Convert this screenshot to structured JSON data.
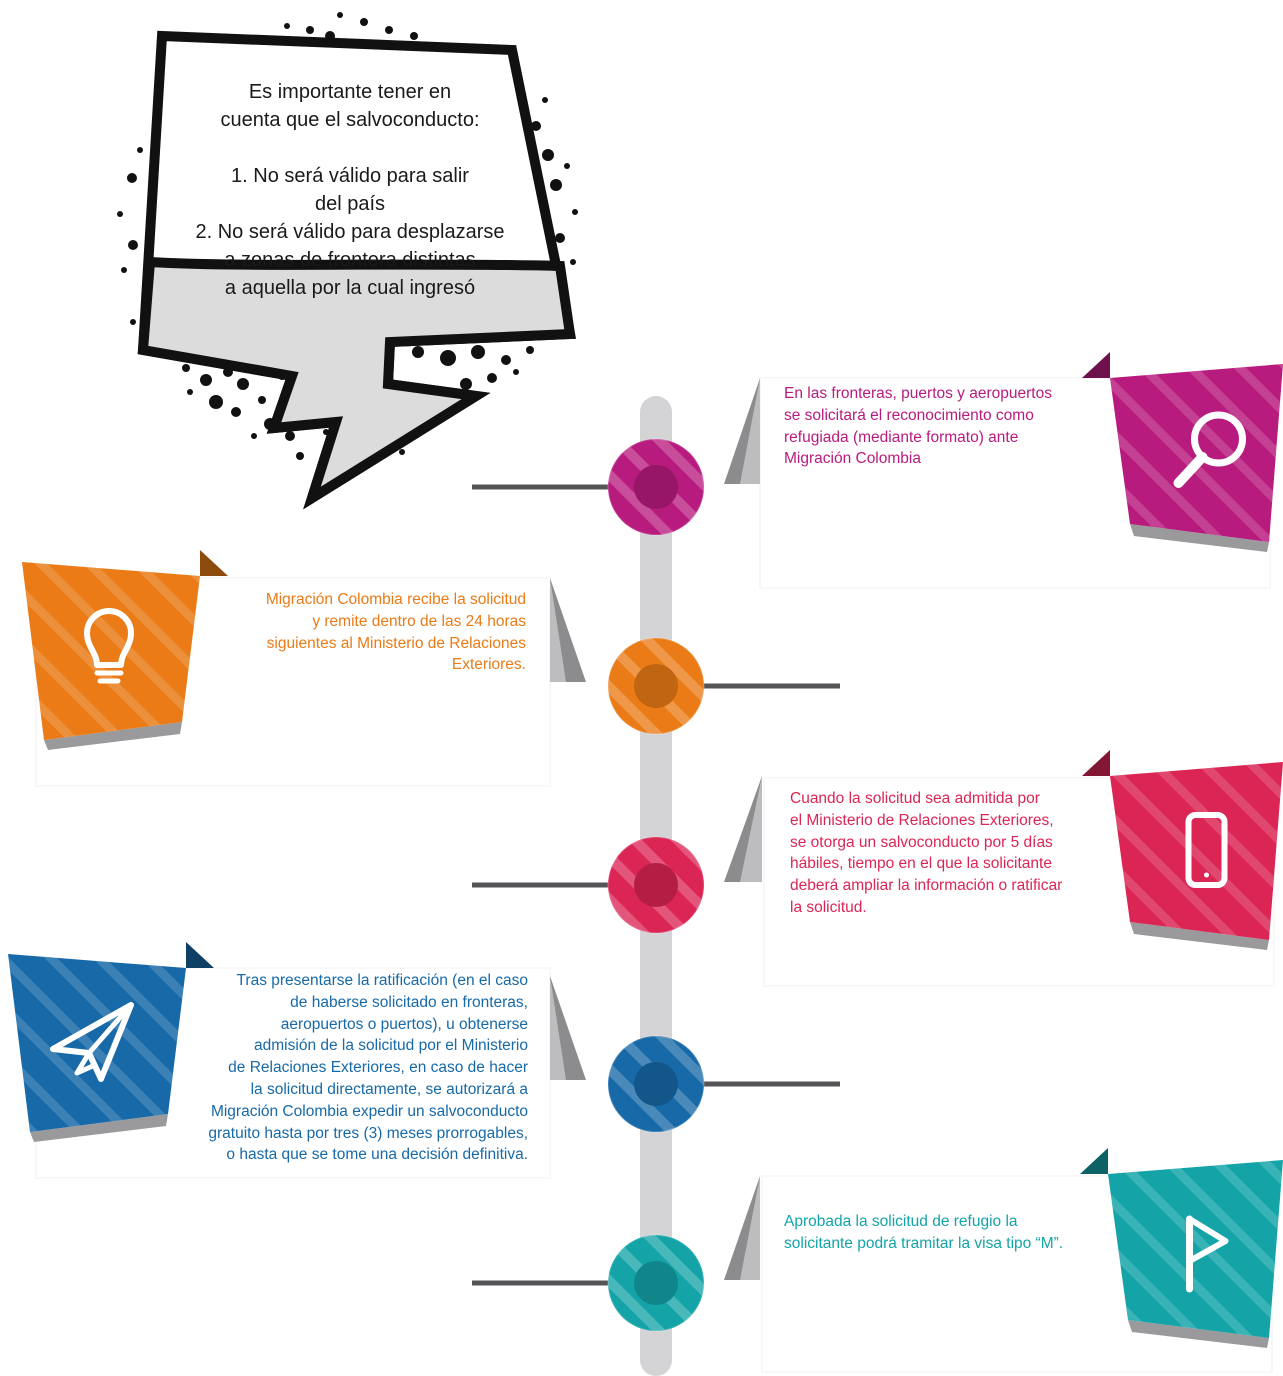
{
  "colors": {
    "magenta": "#b81b7e",
    "orange": "#ea7b16",
    "crimson": "#db2554",
    "blue": "#1769a8",
    "teal": "#14a4a8",
    "spine": "#d4d4d6",
    "connector": "#555558"
  },
  "bubble": {
    "lines": [
      "Es importante tener en",
      "cuenta que el salvoconducto:",
      "",
      "1. No será válido para salir",
      "del país",
      "2. No será válido para desplazarse",
      "a zonas de frontera distintas",
      "a aquella por la cual ingresó"
    ]
  },
  "steps": [
    {
      "icon": "magnifier-icon",
      "color": "#b81b7e",
      "lines": [
        "En las fronteras, puertos y aeropuertos",
        "se solicitará el reconocimiento como",
        "refugiada (mediante formato) ante",
        "Migración Colombia"
      ]
    },
    {
      "icon": "lightbulb-icon",
      "color": "#ea7b16",
      "lines": [
        "Migración Colombia recibe la solicitud",
        "y remite dentro de las 24 horas",
        "siguientes al Ministerio de Relaciones",
        "Exteriores."
      ]
    },
    {
      "icon": "smartphone-icon",
      "color": "#db2554",
      "lines": [
        "Cuando la solicitud sea admitida por",
        "el Ministerio de Relaciones Exteriores,",
        "se otorga un salvoconducto por 5 días",
        "hábiles, tiempo en el que la solicitante",
        "deberá ampliar la información o ratificar",
        "la solicitud."
      ]
    },
    {
      "icon": "paper-plane-icon",
      "color": "#1769a8",
      "lines": [
        "Tras presentarse la ratificación (en el caso",
        "de haberse solicitado en fronteras,",
        "aeropuertos o puertos), u obtenerse",
        "admisión de la solicitud por el Ministerio",
        "de Relaciones Exteriores, en caso de hacer",
        "la solicitud directamente, se autorizará a",
        "Migración Colombia expedir un salvoconducto",
        "gratuito hasta por tres (3) meses prorrogables,",
        "o hasta que se tome una decisión definitiva."
      ]
    },
    {
      "icon": "flag-icon",
      "color": "#14a4a8",
      "lines": [
        "Aprobada la solicitud de refugio la",
        "solicitante podrá tramitar la visa tipo “M”."
      ]
    }
  ]
}
